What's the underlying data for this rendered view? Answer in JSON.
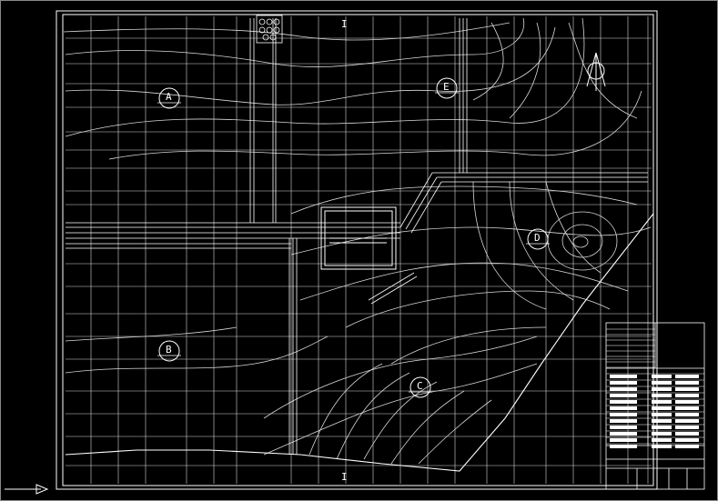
{
  "title_chars": [
    "长",
    "平",
    "四",
    "矿",
    "开",
    "拓",
    "平",
    "面",
    "图"
  ],
  "zones": [
    {
      "letter": "A"
    },
    {
      "letter": "E"
    },
    {
      "letter": "D"
    },
    {
      "letter": "B"
    },
    {
      "letter": "C"
    }
  ],
  "section_mark": "I",
  "colors": {
    "background": "#000000",
    "line": "#ffffff",
    "contour": "#cfcfcf"
  }
}
